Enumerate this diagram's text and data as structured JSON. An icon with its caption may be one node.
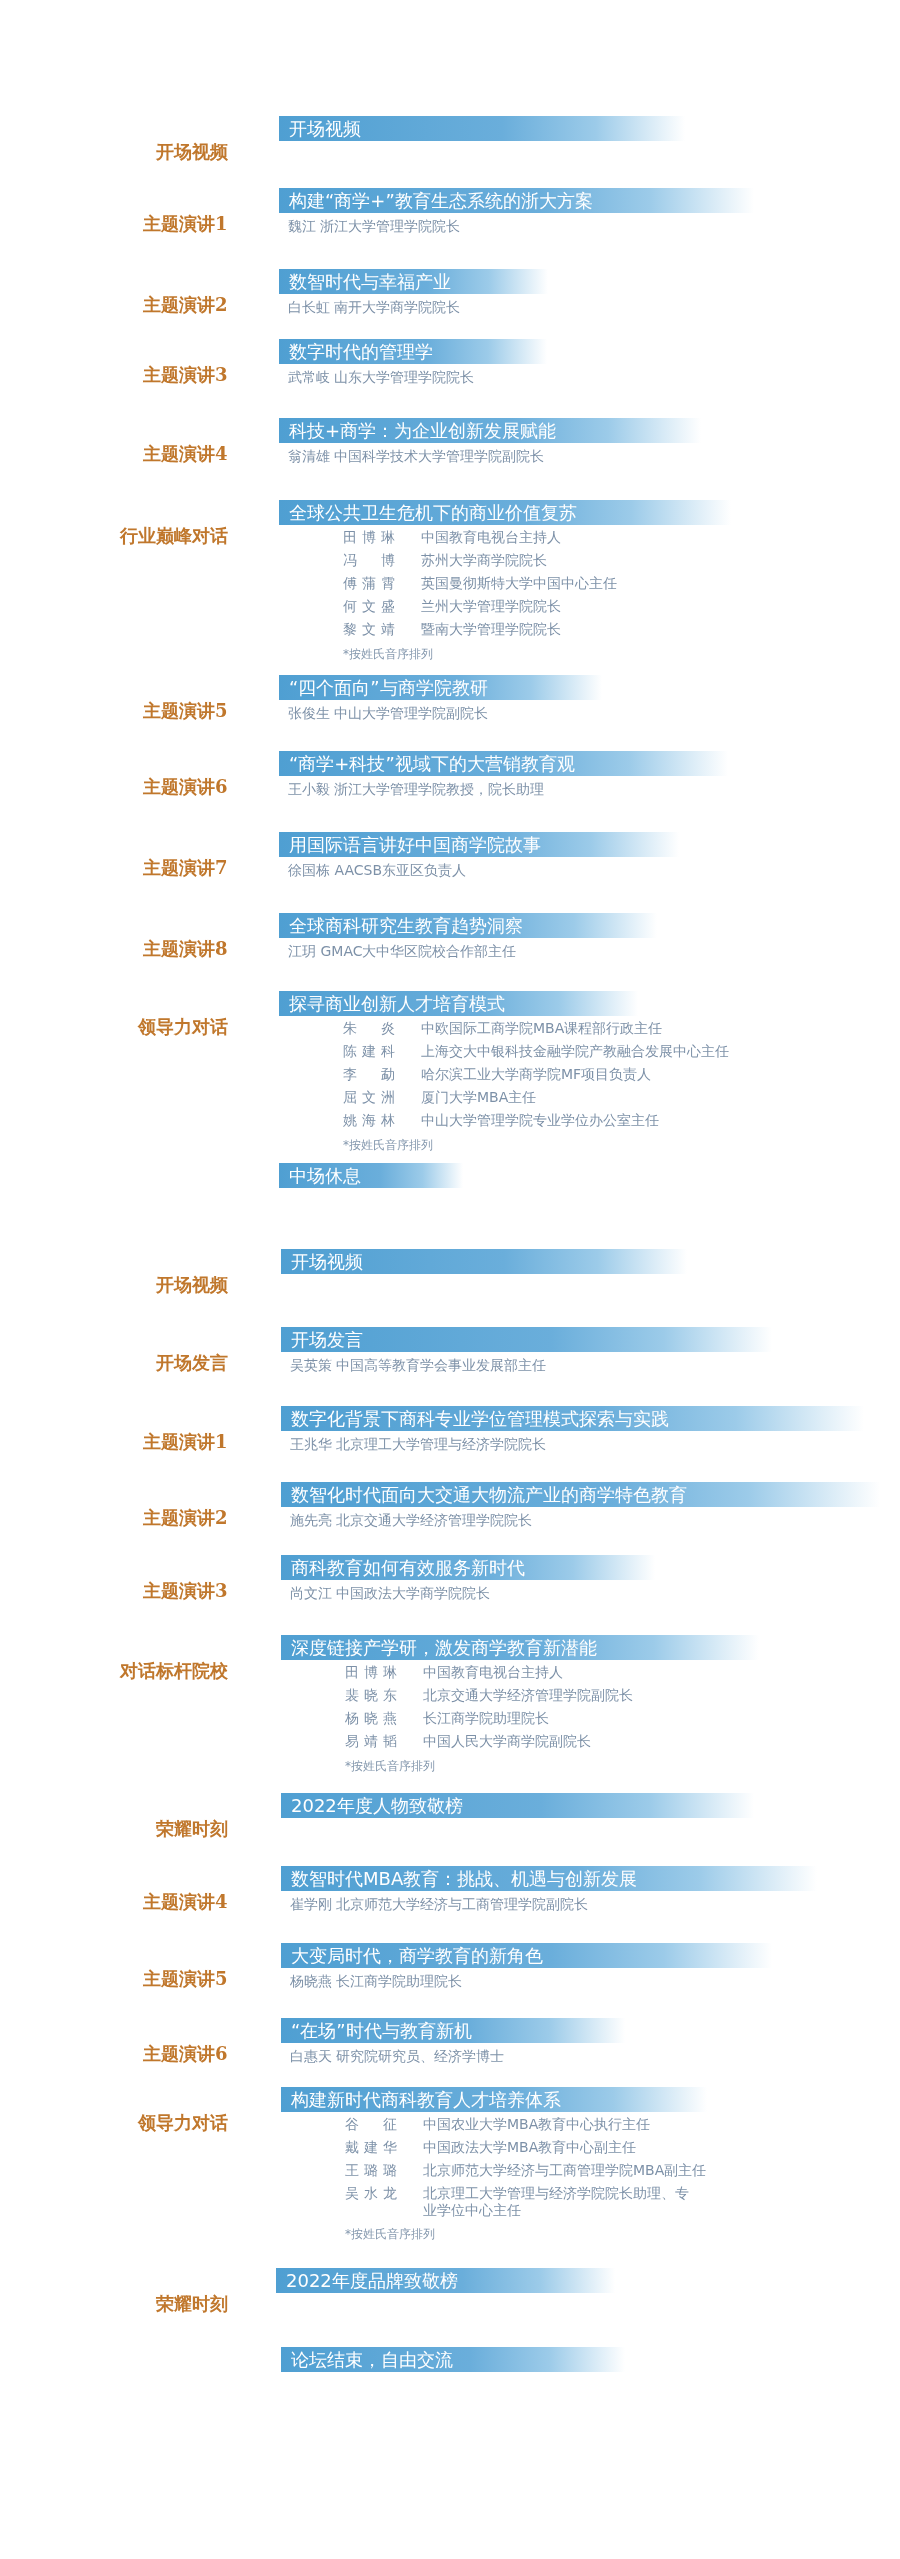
{
  "diagram": {
    "nodes": [
      {
        "text": [
          "开场视频"
        ]
      },
      {
        "text": [
          "构建“商学+”教育生态系统的浙大方案"
        ],
        "beside": [
          "魏江 浙江大学管理学院院长"
        ]
      },
      {
        "text": [
          "数智时代与幸福产业"
        ],
        "beside": [
          "白长虹 南开大学商学院院长"
        ]
      },
      {
        "text": [
          "数字时代的管理学"
        ],
        "beside": [
          "武常岐 山东大学管理学院院长"
        ]
      },
      {
        "text": [
          "科技+商学：为企业创新发展赋能"
        ],
        "beside": [
          "翁清雄 中国科学技术大学管理学院副院长"
        ]
      },
      {
        "text": [
          "全球公共卫生危机下的商业价值复苏"
        ],
        "beside": [
          "田博琳",
          "中国教育电视台主持人",
          "冯博",
          "苏州大学商学院院长",
          "傅蒲霄",
          "英国曼彻斯特大学中国中心主任",
          "何文盛",
          "兰州大学管理学院院长",
          "黎文靖",
          "暨南大学管理学院院长",
          "*按姓氏音序排列"
        ]
      },
      {
        "text": [
          "“四个面向”与商学院教研"
        ],
        "beside": [
          "张俊生 中山大学管理学院副院长"
        ]
      },
      {
        "text": [
          "“商学+科技”视域下的大营销教育观"
        ],
        "beside": [
          "王小毅 浙江大学管理学院教授，院长助理"
        ]
      },
      {
        "text": [
          "用国际语言讲好中国商学院故事"
        ],
        "beside": [
          "徐国栋 AACSB东亚区负责人"
        ]
      },
      {
        "text": [
          "全球商科研究生教育趋势洞察"
        ],
        "beside": [
          "江玥 GMAC大中华区院校合作部主任"
        ]
      },
      {
        "text": [
          "探寻商业创新人才培育模式"
        ],
        "beside": [
          "朱炎",
          "中欧国际工商学院MBA课程部行政主任",
          "陈建科",
          "上海交大中银科技金融学院产教融合发展中心主任",
          "李勐",
          "哈尔滨工业大学商学院MF项目负责人",
          "屈文洲",
          "厦门大学MBA主任",
          "姚海林",
          "中山大学管理学院专业学位办公室主任",
          "*按姓氏音序排列"
        ]
      },
      {
        "text": [
          "中场休息"
        ]
      },
      {
        "text": [
          "开场视频"
        ]
      },
      {
        "text": [
          "开场发言"
        ],
        "beside": [
          "吴英策 中国高等教育学会事业发展部主任"
        ]
      },
      {
        "text": [
          "数字化背景下商科专业学位管理模式探索与实践"
        ],
        "beside": [
          "王兆华 北京理工大学管理与经济学院院长"
        ]
      },
      {
        "text": [
          "数智化时代面向大交通大物流产业的商学特色教育"
        ],
        "beside": [
          "施先亮 北京交通大学经济管理学院院长"
        ]
      },
      {
        "text": [
          "商科教育如何有效服务新时代"
        ],
        "beside": [
          "尚文江 中国政法大学商学院院长"
        ]
      },
      {
        "text": [
          "深度链接产学研，激发商学教育新潜能"
        ],
        "beside": [
          "田博琳",
          "中国教育电视台主持人",
          "裴晓东",
          "北京交通大学经济管理学院副院长",
          "杨晓燕",
          "长江商学院助理院长",
          "易靖韬",
          "中国人民大学商学院副院长",
          "*按姓氏音序排列"
        ]
      },
      {
        "text": [
          "2022年度人物致敬榜"
        ]
      },
      {
        "text": [
          "数智时代MBA教育：挑战、机遇与创新发展"
        ],
        "beside": [
          "崔学刚 北京师范大学经济与工商管理学院副院长"
        ]
      },
      {
        "text": [
          "大变局时代，商学教育的新角色"
        ],
        "beside": [
          "杨晓燕 长江商学院助理院长"
        ]
      },
      {
        "text": [
          "“在场”时代与教育新机"
        ],
        "beside": [
          "白惠天 研究院研究员、经济学博士"
        ]
      },
      {
        "text": [
          "构建新时代商科教育人才培养体系"
        ],
        "beside": [
          "谷征",
          "中国农业大学MBA教育中心执行主任",
          "戴建华",
          "中国政法大学MBA教育中心副主任",
          "王璐璐",
          "北京师范大学经济与工商管理学院MBA副主任",
          "吴水龙",
          "北京理工大学管理与经济学院院长助理、专业学位中心主任",
          "*按姓氏音序排列"
        ]
      },
      {
        "text": [
          "2022年度品牌致敬榜"
        ]
      },
      {
        "text": [
          "论坛结束，自由交流"
        ]
      }
    ],
    "labels": [
      "开场视频",
      "主题演讲1",
      "主题演讲2",
      "主题演讲3",
      "主题演讲4",
      "行业巅峰对话",
      "主题演讲5",
      "主题演讲6",
      "主题演讲7",
      "主题演讲8",
      "领导力对话",
      "开场视频",
      "开场发言",
      "主题演讲1",
      "主题演讲2",
      "主题演讲3",
      "对话标杆院校",
      "荣耀时刻",
      "主题演讲4",
      "主题演讲5",
      "主题演讲6",
      "领导力对话",
      "荣耀时刻"
    ]
  }
}
